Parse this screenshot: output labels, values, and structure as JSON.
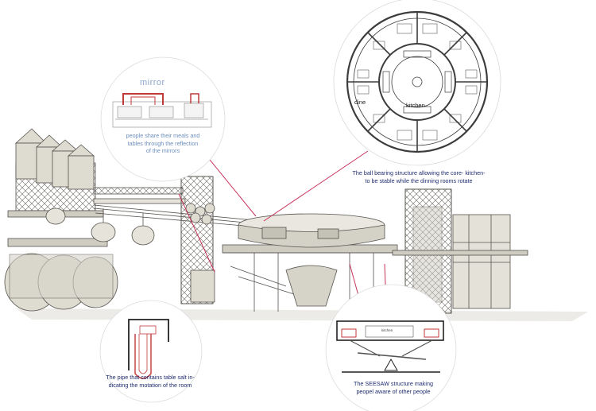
{
  "colors": {
    "leader": "#c8325a",
    "navy_caption": "#1e2c6e",
    "blue_caption": "#6d8fbf",
    "structure_fill": "#dedbd1",
    "structure_line": "#55534e",
    "accent_red": "#c03a3a"
  },
  "callouts": {
    "mirror": {
      "title": "mirror",
      "caption_lines": [
        "people share their meals and",
        "tables through the reflection",
        "of the mirrors"
      ]
    },
    "plan": {
      "label_dine": "dine",
      "label_kitchen": "kitchen",
      "caption_lines": [
        "The ball bearing structure allowing the core- kitchen-",
        "to be stable while the dinning rooms rotate"
      ]
    },
    "pipe": {
      "caption_lines": [
        "The pipe that contains table salt in-",
        "dicating the motation of the room"
      ]
    },
    "seesaw": {
      "inner_label": "kitchen",
      "caption_lines": [
        "The SEESAW structure making",
        "peopel aware of other people"
      ]
    }
  }
}
